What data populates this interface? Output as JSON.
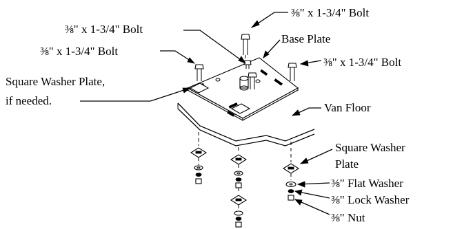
{
  "labels": {
    "bolt_top_right": "⅜\" x 1-3/4\" Bolt",
    "bolt_upper_left": "⅜\" x 1-3/4\" Bolt",
    "bolt_left": "⅜\" x 1-3/4\" Bolt",
    "bolt_right": "⅜\" x 1-3/4\" Bolt",
    "base_plate": "Base Plate",
    "square_washer_plate_line1": "Square Washer Plate,",
    "square_washer_plate_line2": "if needed.",
    "van_floor": "Van Floor",
    "square_washer_plate_bottom_line1": "Square Washer",
    "square_washer_plate_bottom_line2": "Plate",
    "flat_washer": "⅜\" Flat Washer",
    "lock_washer": "⅜\" Lock Washer",
    "nut": "⅜\" Nut"
  }
}
